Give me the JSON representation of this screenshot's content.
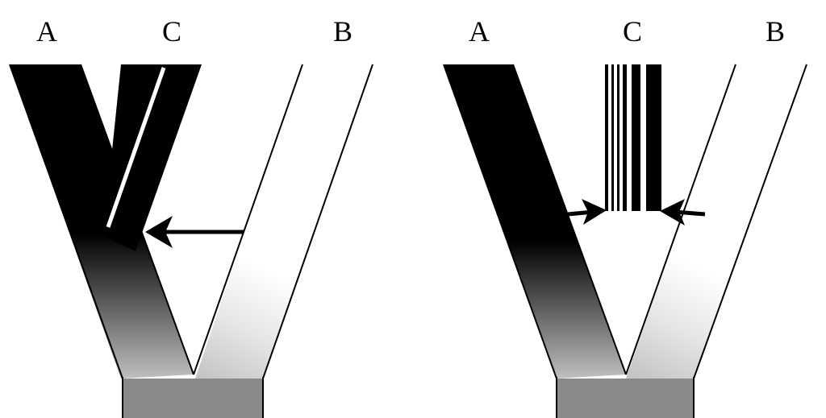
{
  "panels": [
    {
      "labels": {
        "a": "A",
        "c": "C",
        "b": "B"
      }
    },
    {
      "labels": {
        "a": "A",
        "c": "C",
        "b": "B"
      }
    }
  ],
  "colors": {
    "ink": "#000000",
    "base": "#8a8a8a",
    "background": "#ffffff",
    "fade_light": "#f6f6f6"
  }
}
